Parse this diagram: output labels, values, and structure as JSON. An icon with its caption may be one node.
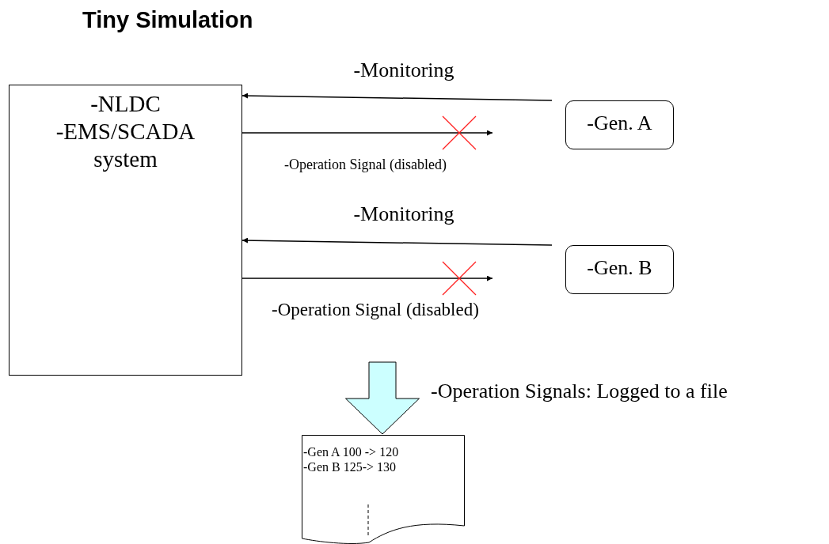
{
  "diagram": {
    "title": "Tiny Simulation",
    "nodes": [
      {
        "text": [
          "-NLDC",
          "-EMS/SCADA system"
        ]
      },
      {
        "text": [
          "-Gen. A"
        ]
      },
      {
        "text": [
          "-Gen. B"
        ]
      },
      {
        "text": [
          "-Gen A 100 -> 120",
          "-Gen B 125-> 130"
        ]
      }
    ],
    "edges": [
      {
        "from": 1,
        "to": 0,
        "arrow": "to",
        "label": "-Monitoring"
      },
      {
        "from": 0,
        "to": null,
        "arrow": "to",
        "label": "-Operation Signal (disabled)"
      },
      {
        "from": 2,
        "to": 0,
        "arrow": "to",
        "label": "-Monitoring"
      },
      {
        "from": 0,
        "to": null,
        "arrow": "to",
        "label": "-Operation Signal (disabled)"
      },
      {
        "from": null,
        "to": 3,
        "arrow": "to",
        "label": "-Operation Signals: Logged to a file",
        "style": "thick",
        "color": "#ccffff"
      }
    ]
  }
}
